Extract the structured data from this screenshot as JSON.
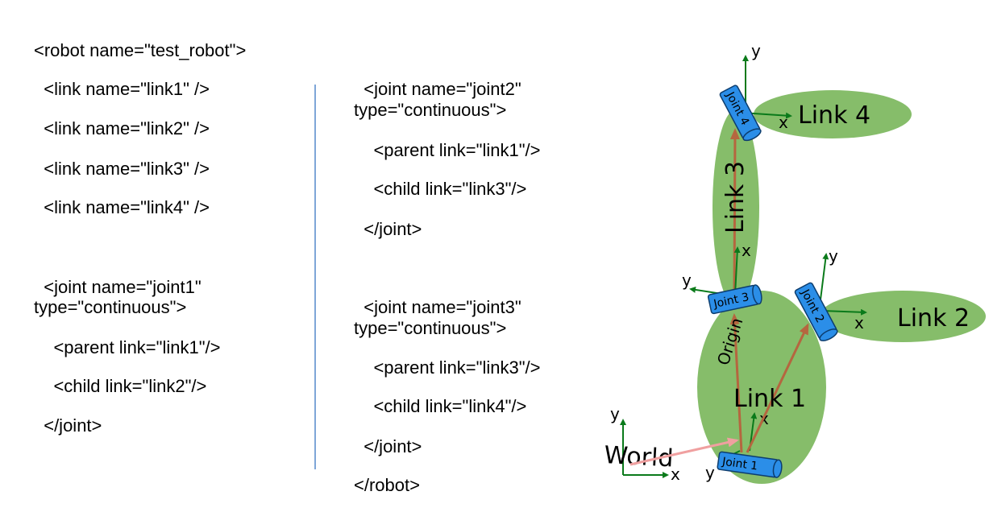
{
  "code": {
    "left": [
      "<robot name=\"test_robot\">",
      "  <link name=\"link1\" />",
      "  <link name=\"link2\" />",
      "  <link name=\"link3\" />",
      "  <link name=\"link4\" />",
      "  <joint name=\"joint1\"",
      "type=\"continuous\">",
      "    <parent link=\"link1\"/>",
      "    <child link=\"link2\"/>",
      "  </joint>"
    ],
    "right": [
      "  <joint name=\"joint2\"",
      "type=\"continuous\">",
      "    <parent link=\"link1\"/>",
      "    <child link=\"link3\"/>",
      "  </joint>",
      "  <joint name=\"joint3\"",
      "type=\"continuous\">",
      "    <parent link=\"link3\"/>",
      "    <child link=\"link4\"/>",
      "  </joint>",
      "</robot>"
    ]
  },
  "diagram": {
    "links": {
      "link1": "Link 1",
      "link2": "Link 2",
      "link3": "Link 3",
      "link4": "Link 4"
    },
    "joints": {
      "joint1": "Joint 1",
      "joint2": "Joint 2",
      "joint3": "Joint 3",
      "joint4": "Joint 4"
    },
    "world": "World",
    "origin": "Origin",
    "axis_x": "x",
    "axis_y": "y",
    "colors": {
      "link": "#86bd6a",
      "joint": "#2b8ee8",
      "axis": "#0a7a1a",
      "arrow": "#b5663f",
      "world_arrow": "#f0a0a0",
      "divider": "#7ea6d8"
    }
  }
}
